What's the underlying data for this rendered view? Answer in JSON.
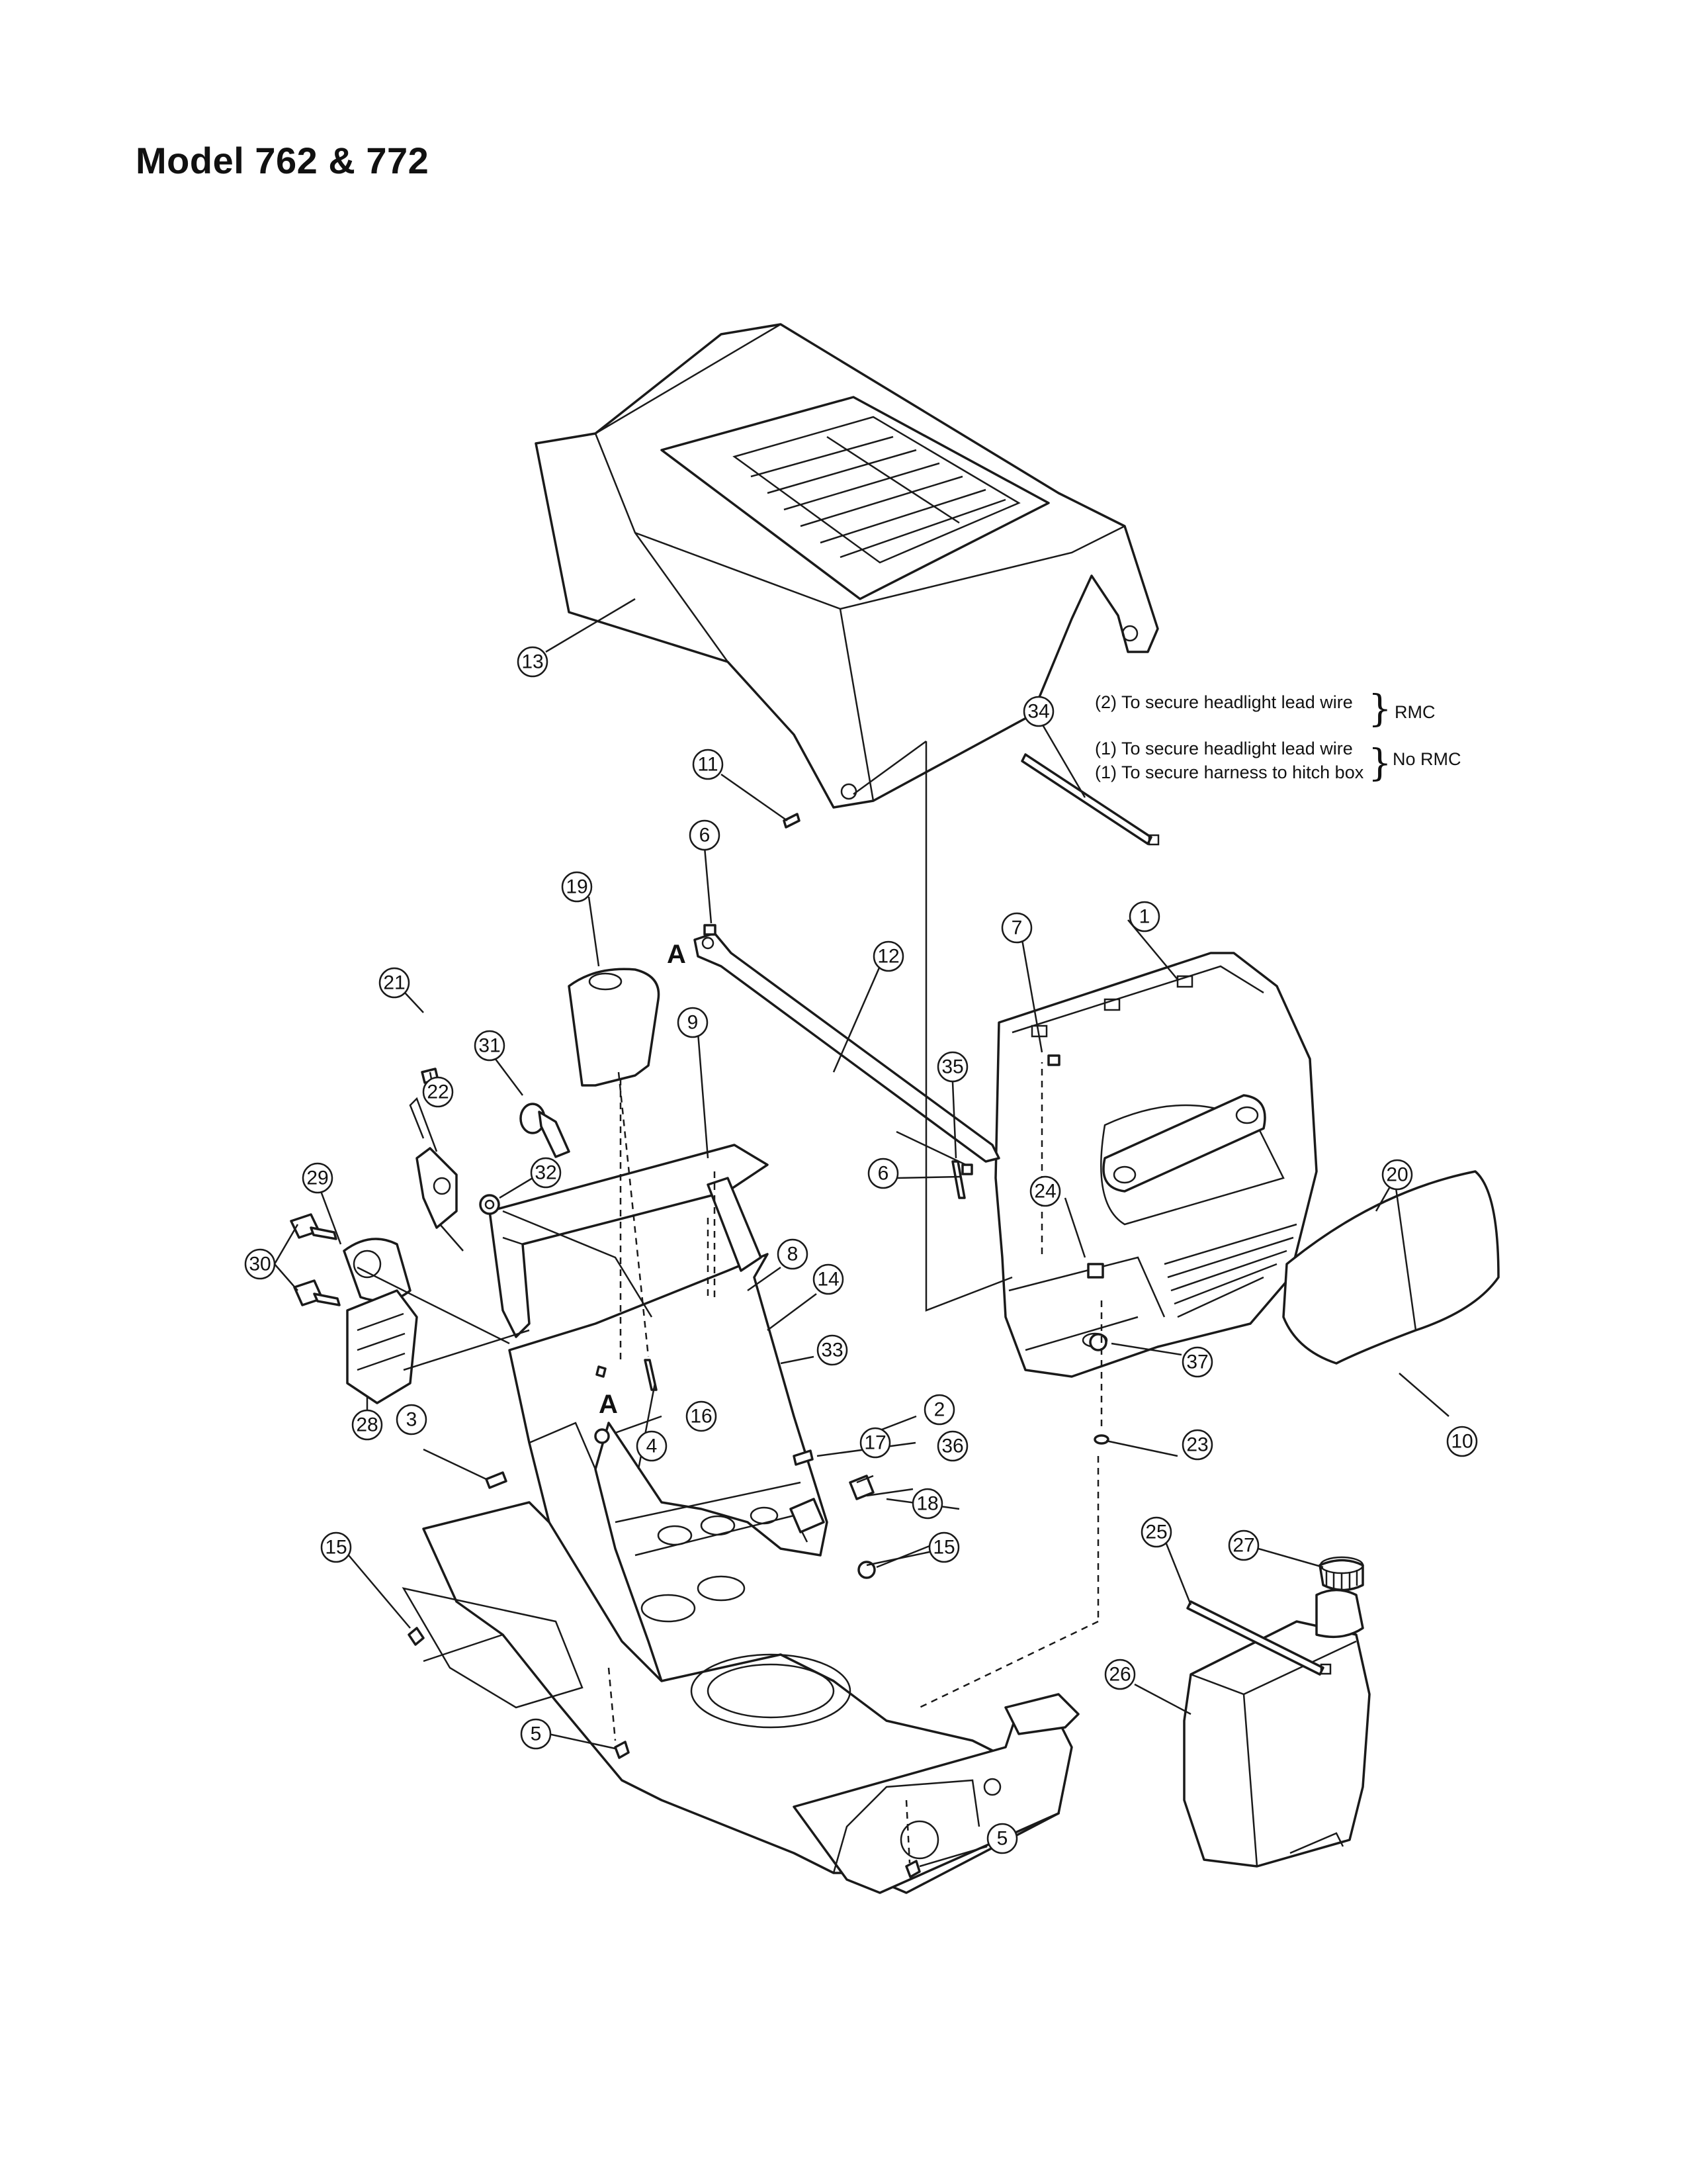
{
  "title": "Model 762 & 772",
  "notes": {
    "rmc_line": "(2) To secure headlight lead wire",
    "rmc_group": "RMC",
    "no_rmc_line1": "(1) To secure headlight lead wire",
    "no_rmc_line2": "(1) To secure harness to hitch box",
    "no_rmc_group": "No RMC"
  },
  "reference_letters": [
    "A",
    "A"
  ],
  "callouts": [
    "1",
    "2",
    "3",
    "4",
    "5",
    "5",
    "6",
    "6",
    "7",
    "8",
    "9",
    "10",
    "11",
    "12",
    "13",
    "14",
    "15",
    "15",
    "16",
    "17",
    "18",
    "19",
    "20",
    "21",
    "22",
    "23",
    "24",
    "25",
    "26",
    "27",
    "28",
    "29",
    "30",
    "31",
    "32",
    "33",
    "34",
    "35",
    "36",
    "37"
  ]
}
